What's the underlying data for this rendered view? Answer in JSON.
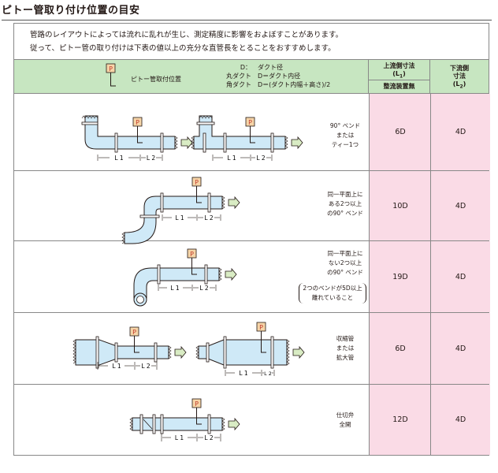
{
  "title": "ピトー管取り付け位置の目安",
  "notice": {
    "line1": "管路のレイアウトによっては流れに乱れが生じ、測定精度に影響をおよぼすことがあります。",
    "line2": "従って、ピトー管の取り付けは下表の値以上の充分な直管長をとることをおすすめします。"
  },
  "header": {
    "marker_letter": "P",
    "marker_label": "ピトー管取付位置",
    "legend": [
      {
        "key": "D：",
        "value": "ダクト径"
      },
      {
        "key": "丸ダクト",
        "value": "D＝ダクト内径"
      },
      {
        "key": "角ダクト",
        "value": "D＝(ダクト内幅＋高さ)/2"
      }
    ],
    "upstream_title": "上流側寸法",
    "upstream_symbol": "(L",
    "upstream_sub": "1",
    "upstream_note": "整流装置無",
    "downstream_title_1": "下流側",
    "downstream_title_2": "寸法",
    "downstream_symbol": "(L",
    "downstream_sub": "2"
  },
  "labels": {
    "l1": "L 1",
    "l2": "L 2",
    "p": "P"
  },
  "rows": [
    {
      "desc": [
        "90° ベンド",
        "または",
        "ティー1つ"
      ],
      "upstream": "6D",
      "downstream": "4D"
    },
    {
      "desc": [
        "同一平面上に",
        "ある2つ以上",
        "の90° ベンド"
      ],
      "upstream": "10D",
      "downstream": "4D"
    },
    {
      "desc": [
        "同一平面上に",
        "ない2つ以上",
        "の90° ベンド"
      ],
      "note": [
        "2つのベンドが5D以上",
        "離れていること"
      ],
      "upstream": "19D",
      "downstream": "4D"
    },
    {
      "desc": [
        "収縮管",
        "または",
        "拡大管"
      ],
      "upstream": "6D",
      "downstream": "4D"
    },
    {
      "desc": [
        "仕切弁",
        "全開"
      ],
      "upstream": "12D",
      "downstream": "4D"
    }
  ],
  "colors": {
    "pipe": "#cfe9f7",
    "header": "#c7e6c1",
    "value_cell": "#fadbe6",
    "marker": "#f6d5a8",
    "arrow": "#d9ecc4"
  }
}
